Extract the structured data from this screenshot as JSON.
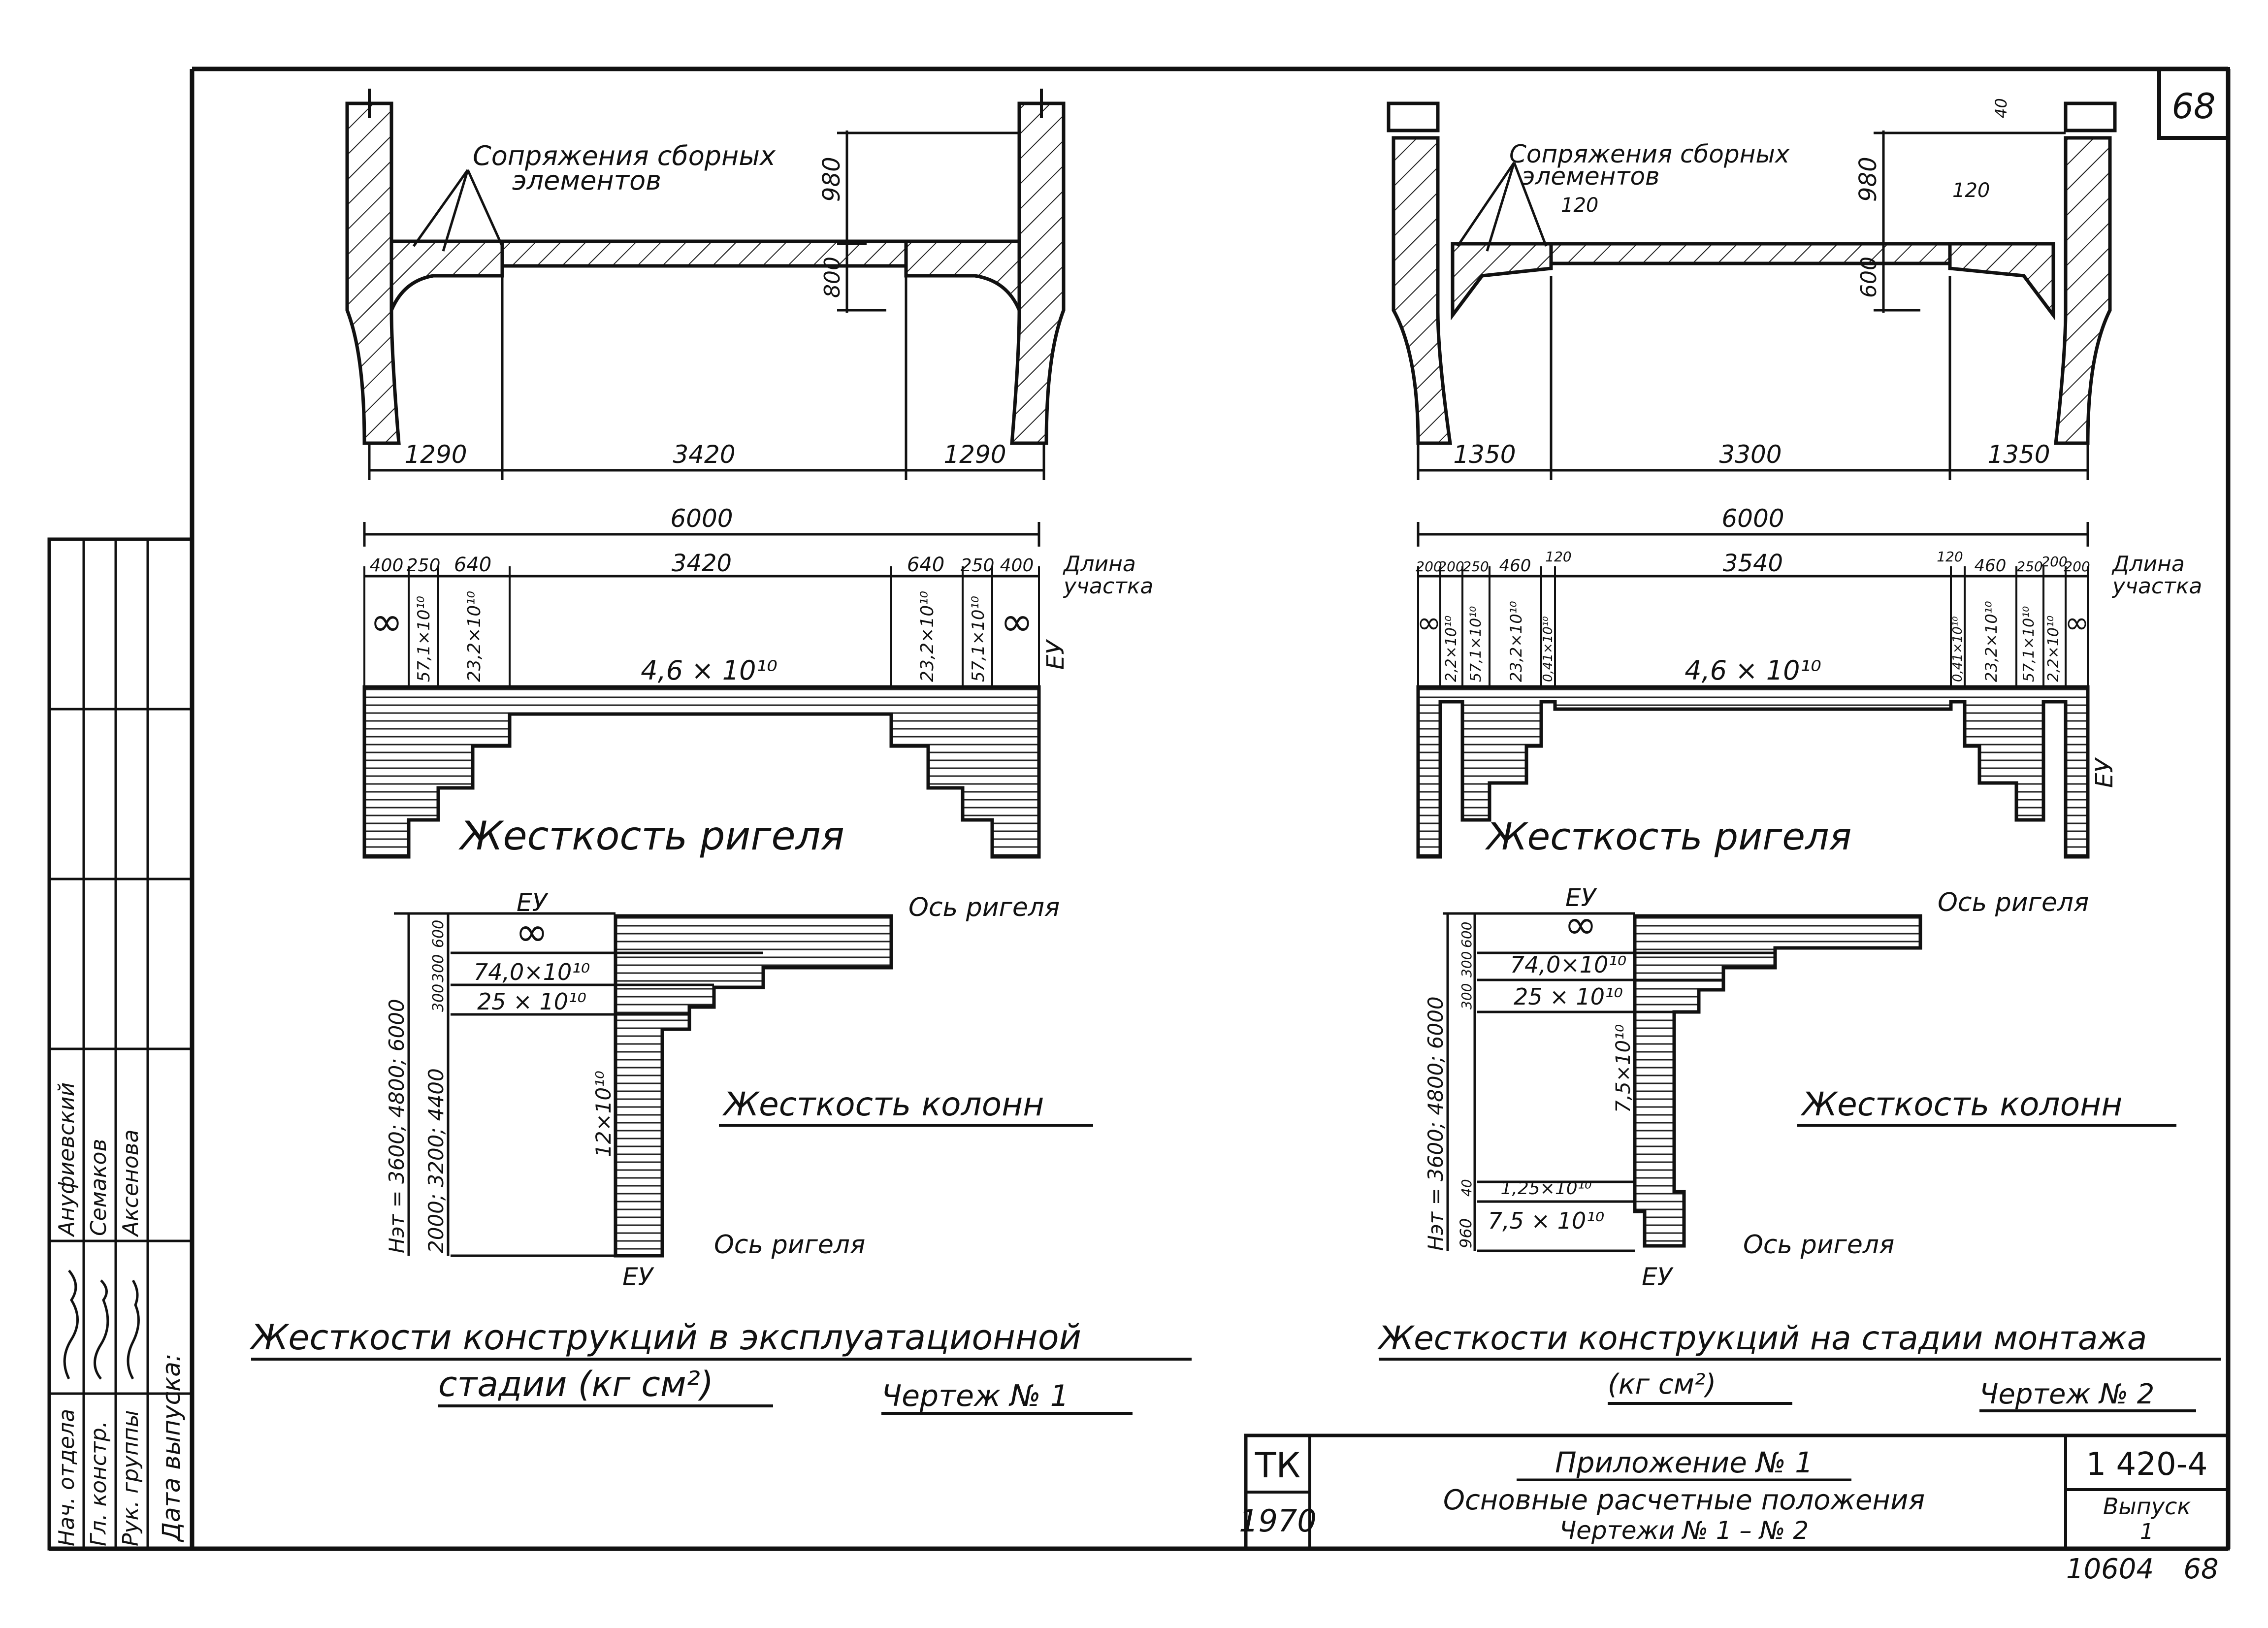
{
  "sheet": {
    "number": "68",
    "footer_code": "10604",
    "footer_page": "68"
  },
  "stamp": {
    "org": "ТК",
    "year": "1970",
    "title": "Приложение № 1",
    "subtitle": "Основные расчетные положения",
    "drawings": "Чертежи № 1 – № 2",
    "series": "1 420-4",
    "issue_label": "Выпуск",
    "issue": "1"
  },
  "side_table": {
    "roles": [
      "Нач. отдела",
      "Гл. констр.",
      "Рук. группы"
    ],
    "names": [
      "Ануфиевский",
      "Семаков",
      "Аксенова"
    ],
    "date_label": "Дата выпуска:"
  },
  "drawing1": {
    "note": [
      "Сопряжения сборных",
      "элементов"
    ],
    "frame_dims": {
      "d980": "980",
      "d800": "800",
      "left": "1290",
      "mid": "3420",
      "right": "1290"
    },
    "total": "6000",
    "segments": [
      "400",
      "250",
      "640",
      "3420",
      "640",
      "250",
      "400"
    ],
    "segment_label": [
      "Длина",
      "участка"
    ],
    "infinity": "∞",
    "stiff_vals": {
      "v57": "57,1×10¹⁰",
      "v23": "23,2×10¹⁰",
      "v46": "4,6 × 10¹⁰"
    },
    "ey": "ЕУ",
    "beam_title": "Жесткость ригеля",
    "col_axis_top": "Ось ригеля",
    "col_axis_bottom": "Ось ригеля",
    "col_heights": [
      "300",
      "300",
      "600"
    ],
    "col_total": "Нэт = 3600; 4800; 6000",
    "col_lower": "2000; 3200; 4400",
    "col_vals": {
      "v74": "74,0×10¹⁰",
      "v25": "25 × 10¹⁰",
      "v12": "12×10¹⁰"
    },
    "col_title": "Жесткость колонн",
    "caption_line1": "Жесткости конструкций в эксплуатационной",
    "caption_line2": "стадии (кг см²)",
    "drawing_no": "Чертеж № 1"
  },
  "drawing2": {
    "note": [
      "Сопряжения сборных",
      "элементов"
    ],
    "frame_dims": {
      "d980": "980",
      "d600": "600",
      "d120a": "120",
      "d120b": "120",
      "d40": "40",
      "left": "1350",
      "mid": "3300",
      "right": "1350"
    },
    "total": "6000",
    "segments": [
      "200",
      "200",
      "250",
      "460",
      "120",
      "3540",
      "120",
      "460",
      "250",
      "200",
      "200"
    ],
    "segment_label": [
      "Длина",
      "участка"
    ],
    "infinity": "∞",
    "stiff_vals": {
      "v22": "2,2×10¹⁰",
      "v57": "57,1×10¹⁰",
      "v23": "23,2×10¹⁰",
      "v041": "0,41×10¹⁰",
      "v46": "4,6 × 10¹⁰"
    },
    "ey": "ЕУ",
    "beam_title": "Жесткость ригеля",
    "col_axis_top": "Ось ригеля",
    "col_axis_bottom": "Ось ригеля",
    "col_heights": [
      "300",
      "300",
      "600"
    ],
    "col_total": "Нэт = 3600; 4800; 6000",
    "col_low": [
      "960",
      "40"
    ],
    "col_vals": {
      "v74": "74,0×10¹⁰",
      "v25": "25 × 10¹⁰",
      "v75": "7,5×10¹⁰",
      "v125": "1,25×10¹⁰",
      "v75b": "7,5 × 10¹⁰"
    },
    "col_title": "Жесткость колонн",
    "caption_line1": "Жесткости конструкций на стадии монтажа",
    "caption_line2": "(кг см²)",
    "drawing_no": "Чертеж № 2"
  }
}
